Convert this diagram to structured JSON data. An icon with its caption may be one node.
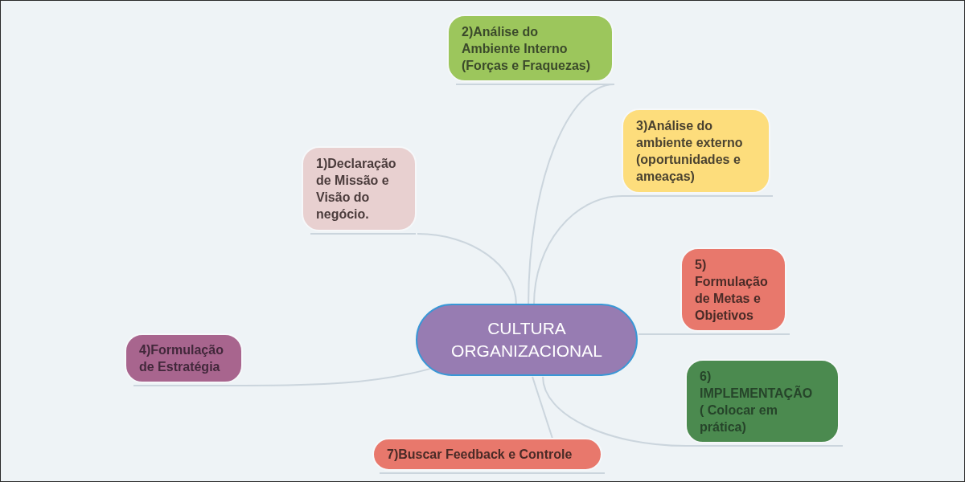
{
  "diagram": {
    "nodes": [
      {
        "text": [
          "CULTURA ORGANIZACIONAL"
        ]
      },
      {
        "text": [
          "1)Declaração de Missão e Visão do negócio."
        ]
      },
      {
        "text": [
          "2)Análise do Ambiente Interno (Forças e Fraquezas)"
        ]
      },
      {
        "text": [
          "3)Análise do ambiente externo (oportunidades e ameaças)"
        ]
      },
      {
        "text": [
          "4)Formulação de Estratégia"
        ]
      },
      {
        "text": [
          "5) Formulação de Metas e Objetivos"
        ]
      },
      {
        "text": [
          "6) IMPLEMENTAÇÃO ( Colocar em prática)"
        ]
      },
      {
        "text": [
          "7)Buscar Feedback e Controle"
        ]
      }
    ],
    "edges": [
      {
        "from": 0,
        "to": 1,
        "arrow": "none"
      },
      {
        "from": 0,
        "to": 2,
        "arrow": "none"
      },
      {
        "from": 0,
        "to": 3,
        "arrow": "none"
      },
      {
        "from": 0,
        "to": 4,
        "arrow": "none"
      },
      {
        "from": 0,
        "to": 5,
        "arrow": "none"
      },
      {
        "from": 0,
        "to": 6,
        "arrow": "none"
      },
      {
        "from": 0,
        "to": 7,
        "arrow": "none"
      }
    ]
  }
}
